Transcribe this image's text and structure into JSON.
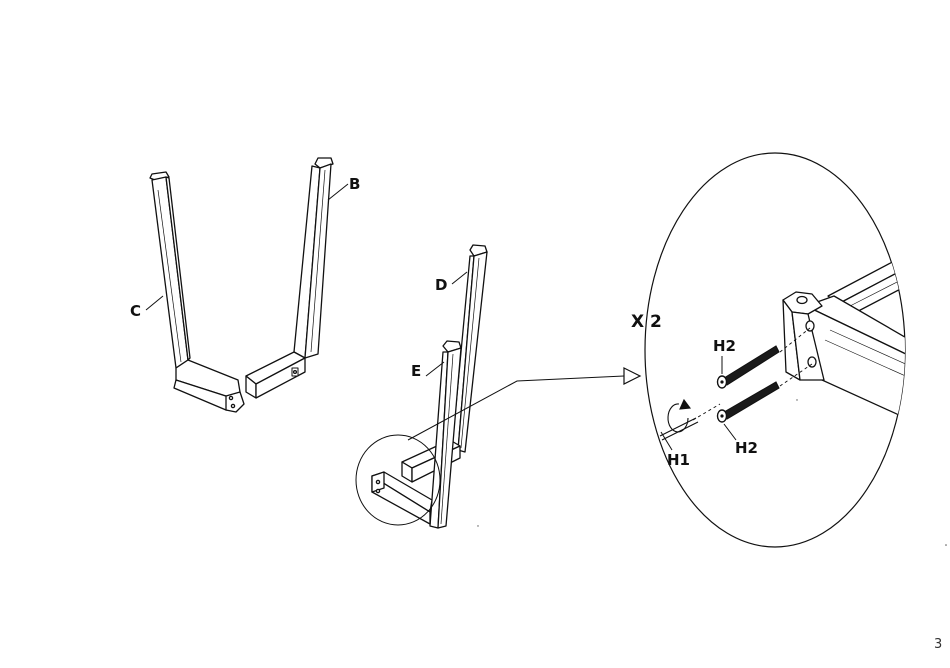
{
  "labels": {
    "B": "B",
    "C": "C",
    "D": "D",
    "E": "E",
    "H1": "H1",
    "H2_top": "H2",
    "H2_bottom": "H2",
    "quantity": "X 2"
  },
  "page_number": "3",
  "colors": {
    "line": "#111111",
    "fill": "#ffffff",
    "screw": "#1a1a1a"
  }
}
